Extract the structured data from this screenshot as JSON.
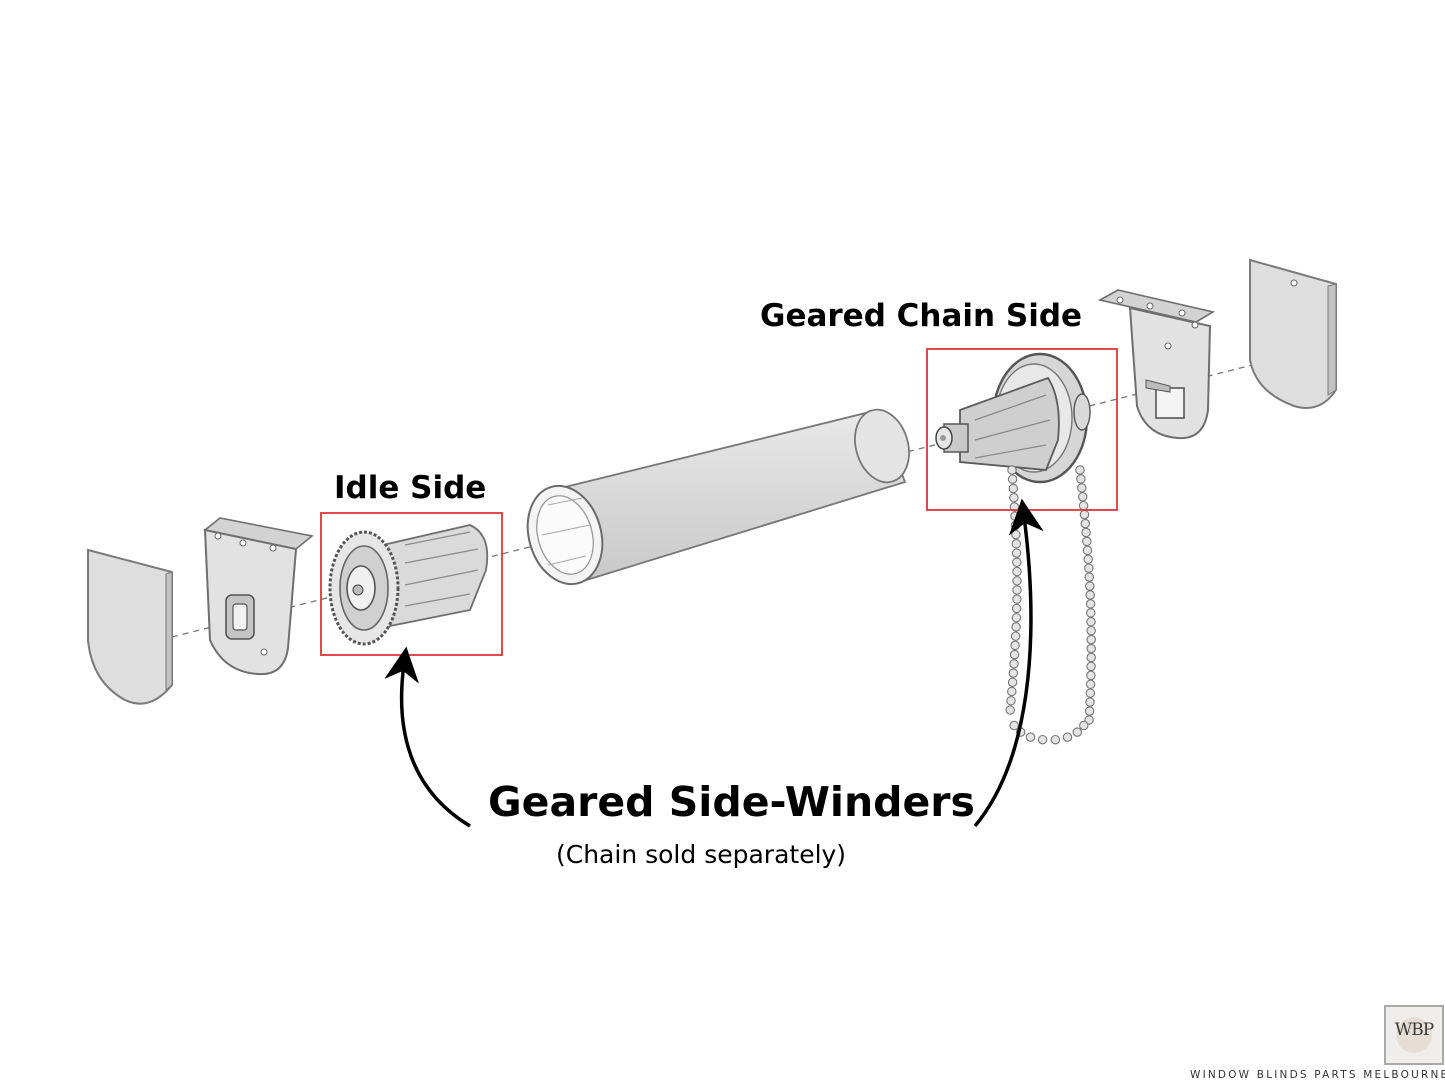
{
  "labels": {
    "idle_side": "Idle Side",
    "geared_chain_side": "Geared Chain Side",
    "title": "Geared Side-Winders",
    "subtitle": "(Chain sold separately)"
  },
  "brand": {
    "monogram": "WBP",
    "name": "WINDOW BLINDS PARTS MELBOURNE"
  },
  "colors": {
    "part_fill": "#dcdcdc",
    "part_stroke": "#6f6f6f",
    "highlight_box": "#e0353a",
    "arrow": "#000000"
  }
}
